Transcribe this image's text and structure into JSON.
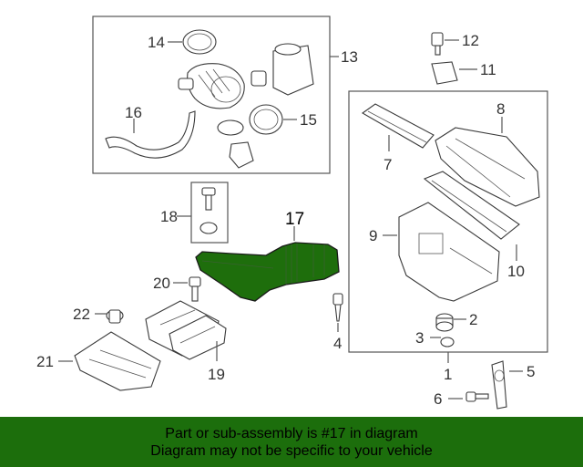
{
  "diagram": {
    "callouts": {
      "c1": "1",
      "c2": "2",
      "c3": "3",
      "c4": "4",
      "c5": "5",
      "c6": "6",
      "c7": "7",
      "c8": "8",
      "c9": "9",
      "c10": "10",
      "c11": "11",
      "c12": "12",
      "c13": "13",
      "c14": "14",
      "c15": "15",
      "c16": "16",
      "c17": "17",
      "c18": "18",
      "c19": "19",
      "c20": "20",
      "c21": "21",
      "c22": "22"
    },
    "highlighted_part": "17",
    "highlight_color": "#1e6e0c"
  },
  "footer": {
    "line1": "Part or sub-assembly is #17 in diagram",
    "line2": "Diagram may not be specific to your vehicle",
    "background_color": "#1c6e0c"
  }
}
